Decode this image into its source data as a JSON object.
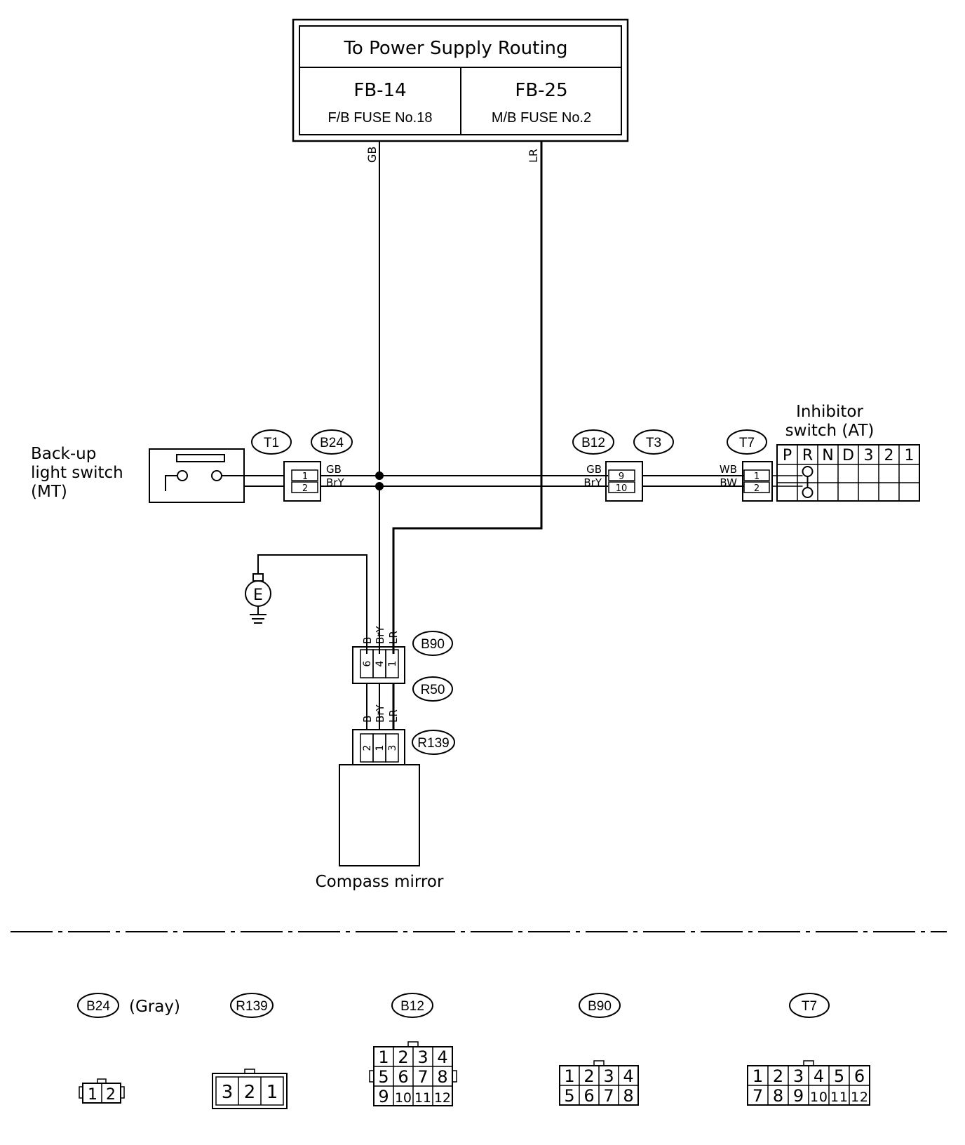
{
  "power_box": {
    "title": "To Power Supply Routing",
    "left": {
      "code": "FB-14",
      "sub": "F/B FUSE No.18"
    },
    "right": {
      "code": "FB-25",
      "sub": "M/B FUSE No.2"
    }
  },
  "wires": {
    "gb": "GB",
    "lr": "LR",
    "bry": "BrY",
    "b": "B",
    "wb": "WB",
    "bw": "BW"
  },
  "components": {
    "backup_switch": [
      "Back-up",
      "light switch",
      "(MT)"
    ],
    "inhibitor_switch": [
      "Inhibitor",
      "switch (AT)"
    ],
    "compass_mirror": "Compass mirror",
    "ground": "E"
  },
  "connector_ids": {
    "t1": "T1",
    "b24": "B24",
    "b12": "B12",
    "t3": "T3",
    "t7": "T7",
    "b90": "B90",
    "r50": "R50",
    "r139": "R139"
  },
  "inline_pins": {
    "b24": [
      "1",
      "2"
    ],
    "b12": [
      "9",
      "10"
    ],
    "t7": [
      "1",
      "2"
    ],
    "b90": [
      "6",
      "4",
      "1"
    ],
    "r139": [
      "2",
      "1",
      "3"
    ]
  },
  "inhibitor_positions": [
    "P",
    "R",
    "N",
    "D",
    "3",
    "2",
    "1"
  ],
  "legend": {
    "b24": {
      "id": "B24",
      "note": "(Gray)",
      "pins": [
        "1",
        "2"
      ]
    },
    "r139": {
      "id": "R139",
      "pins": [
        "3",
        "2",
        "1"
      ]
    },
    "b12": {
      "id": "B12",
      "rows": [
        [
          "1",
          "2",
          "3",
          "4"
        ],
        [
          "5",
          "6",
          "7",
          "8"
        ],
        [
          "9",
          "10",
          "11",
          "12"
        ]
      ]
    },
    "b90": {
      "id": "B90",
      "rows": [
        [
          "1",
          "2",
          "3",
          "4"
        ],
        [
          "5",
          "6",
          "7",
          "8"
        ]
      ]
    },
    "t7": {
      "id": "T7",
      "rows": [
        [
          "1",
          "2",
          "3",
          "4",
          "5",
          "6"
        ],
        [
          "7",
          "8",
          "9",
          "10",
          "11",
          "12"
        ]
      ]
    }
  }
}
